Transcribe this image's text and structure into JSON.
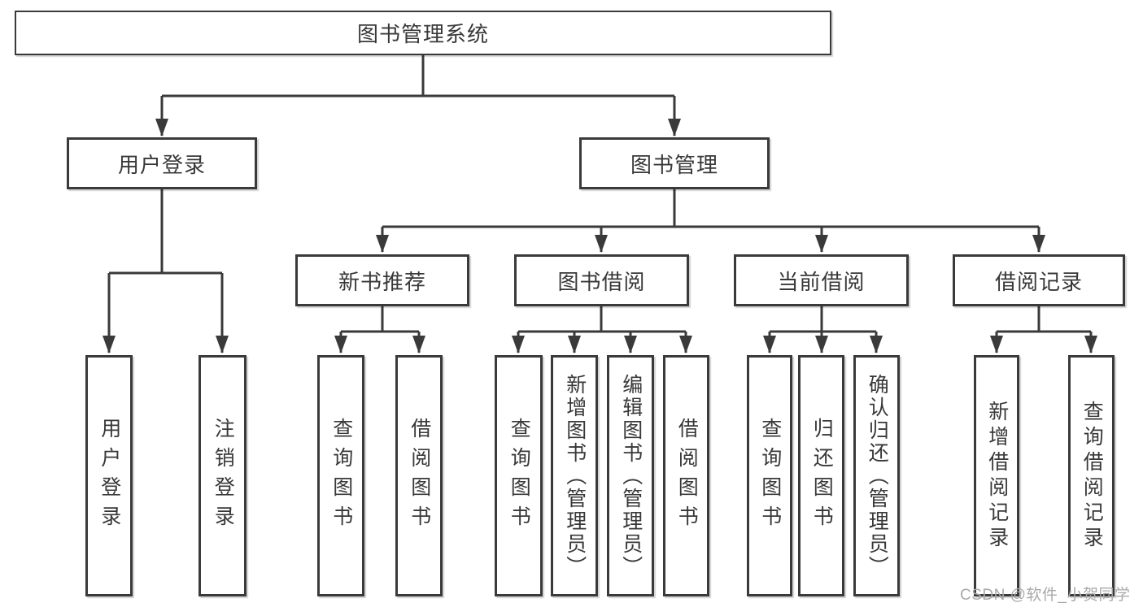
{
  "diagram": {
    "title": "图书管理系统",
    "root_label": "图书管理系统",
    "branches": [
      {
        "label": "用户登录",
        "children": [
          {
            "label": "用户登录"
          },
          {
            "label": "注销登录"
          }
        ]
      },
      {
        "label": "图书管理",
        "children": [
          {
            "label": "新书推荐",
            "children": [
              {
                "label": "查询图书"
              },
              {
                "label": "借阅图书"
              }
            ]
          },
          {
            "label": "图书借阅",
            "children": [
              {
                "label": "查询图书"
              },
              {
                "label": "新增图书（管理员）"
              },
              {
                "label": "编辑图书（管理员）"
              },
              {
                "label": "借阅图书"
              }
            ]
          },
          {
            "label": "当前借阅",
            "children": [
              {
                "label": "查询图书"
              },
              {
                "label": "归还图书"
              },
              {
                "label": "确认归还（管理员）"
              }
            ]
          },
          {
            "label": "借阅记录",
            "children": [
              {
                "label": "新增借阅记录"
              },
              {
                "label": "查询借阅记录"
              }
            ]
          }
        ]
      }
    ],
    "colors": {
      "line": "#3a3a3a",
      "box_border": "#3a3a3a",
      "text": "#383838",
      "background": "#ffffff",
      "watermark": "#a9a9a9"
    }
  },
  "watermark": "CSDN @软件_小贺同学"
}
